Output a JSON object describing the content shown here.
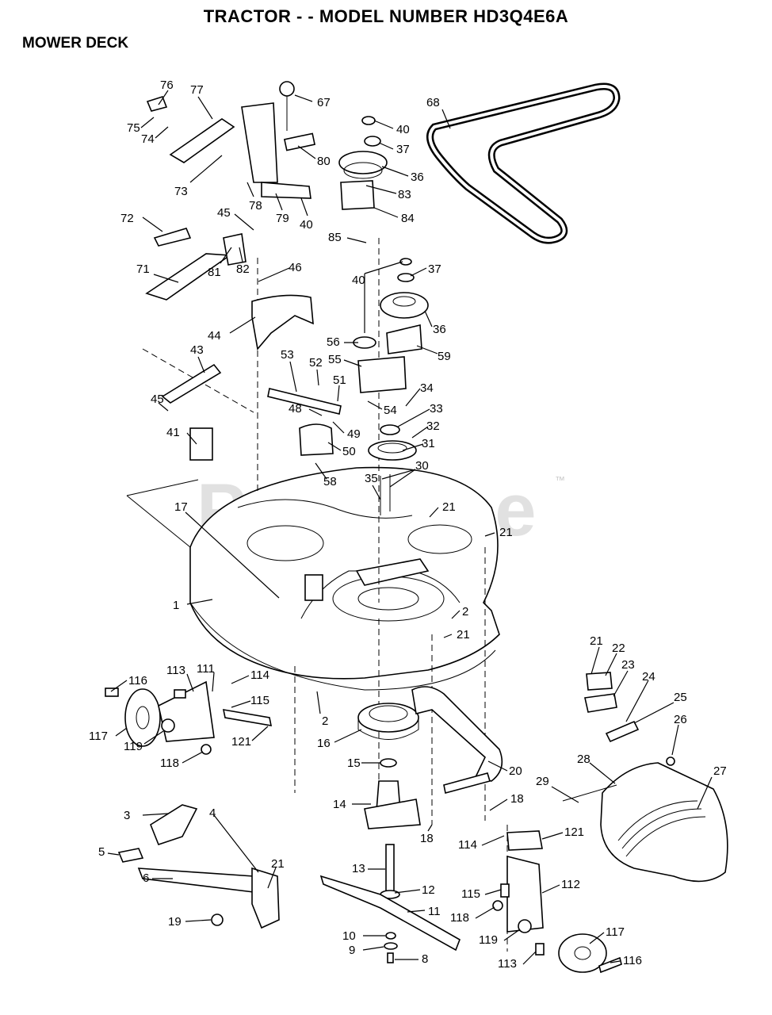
{
  "header": {
    "title": "TRACTOR - - MODEL NUMBER HD3Q4E6A",
    "subtitle": "MOWER DECK"
  },
  "watermark": {
    "brand": "PartsTree",
    "mark": "™"
  },
  "callouts": [
    "76",
    "77",
    "67",
    "40",
    "68",
    "75",
    "74",
    "37",
    "80",
    "36",
    "73",
    "83",
    "78",
    "79",
    "40",
    "84",
    "72",
    "45",
    "85",
    "81",
    "82",
    "71",
    "46",
    "40",
    "37",
    "44",
    "36",
    "43",
    "56",
    "55",
    "59",
    "53",
    "52",
    "51",
    "34",
    "45",
    "48",
    "54",
    "33",
    "41",
    "49",
    "32",
    "50",
    "31",
    "58",
    "35",
    "30",
    "17",
    "21",
    "21",
    "1",
    "2",
    "21",
    "113",
    "111",
    "114",
    "116",
    "115",
    "2",
    "16",
    "117",
    "119",
    "121",
    "118",
    "15",
    "20",
    "14",
    "18",
    "3",
    "4",
    "5",
    "21",
    "18",
    "6",
    "13",
    "12",
    "11",
    "19",
    "10",
    "9",
    "8",
    "21",
    "22",
    "23",
    "24",
    "25",
    "26",
    "28",
    "27",
    "29",
    "114",
    "121",
    "115",
    "112",
    "118",
    "119",
    "117",
    "113",
    "116"
  ]
}
